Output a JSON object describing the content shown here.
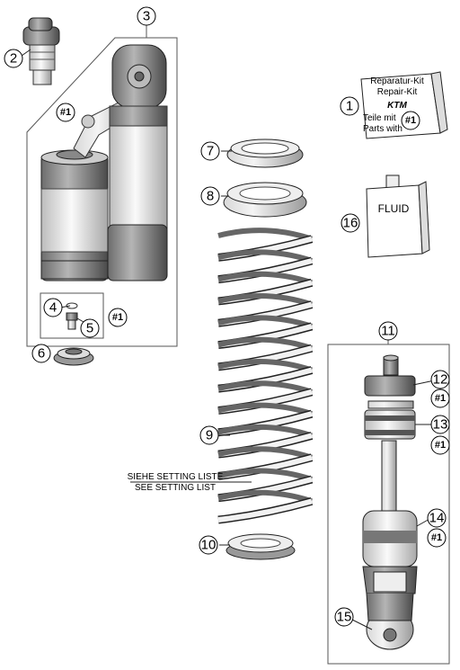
{
  "callouts": {
    "c1": "1",
    "c2": "2",
    "c3": "3",
    "c4": "4",
    "c5": "5",
    "c6": "6",
    "c7": "7",
    "c8": "8",
    "c9": "9",
    "c10": "10",
    "c11": "11",
    "c12": "12",
    "c13": "13",
    "c14": "14",
    "c15": "15",
    "c16": "16"
  },
  "ref_mark": "#1",
  "repair_kit": {
    "line1": "Reparatur-Kit",
    "line2": "Repair-Kit",
    "logo": "KTM",
    "line3": "Teile mit",
    "line4": "Parts with"
  },
  "fluid_label": "FLUID",
  "setting_note": {
    "line1": "SIEHE SETTING LISTE",
    "line2": "SEE SETTING LIST"
  }
}
